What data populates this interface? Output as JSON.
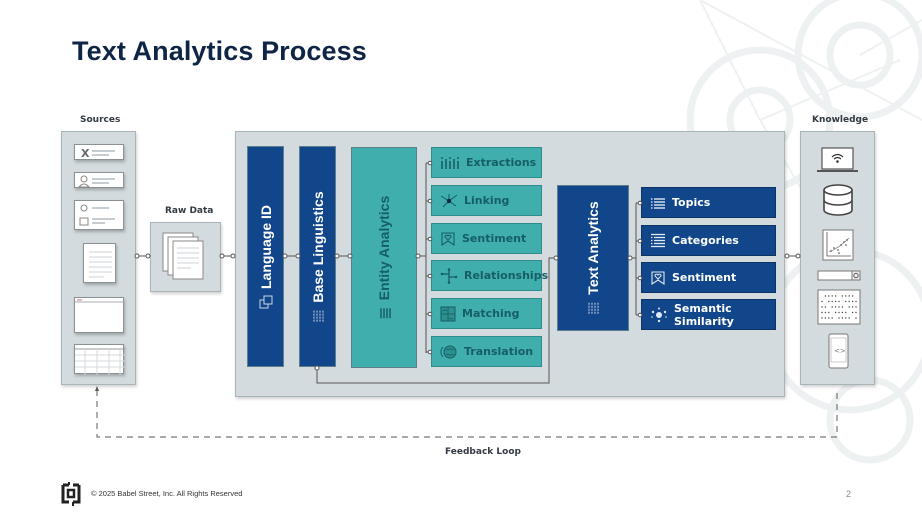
{
  "title": "Text Analytics Process",
  "colors": {
    "navy": "#12468a",
    "teal": "#41aeae",
    "teal_text": "#155e66",
    "panel": "#d3dbde",
    "title": "#0f2546"
  },
  "sources": {
    "label": "Sources",
    "items": [
      {
        "icon": "x-social-icon",
        "kind": "social-post"
      },
      {
        "icon": "user-profile-icon",
        "kind": "profile"
      },
      {
        "icon": "email-building-icon",
        "kind": "message"
      },
      {
        "icon": "document-icon",
        "kind": "document"
      },
      {
        "icon": "browser-window-icon",
        "kind": "web-page"
      },
      {
        "icon": "spreadsheet-icon",
        "kind": "spreadsheet"
      }
    ]
  },
  "raw_data": {
    "label": "Raw Data",
    "icon": "stacked-documents-icon"
  },
  "pipeline": {
    "language_id": {
      "label": "Language ID",
      "icon": "translate-icon"
    },
    "base_linguistics": {
      "label": "Base Linguistics",
      "icon": "token-list-icon"
    },
    "entity_analytics": {
      "label": "Entity Analytics",
      "icon": "entity-bars-icon",
      "outputs": [
        {
          "label": "Extractions",
          "icon": "extraction-icon"
        },
        {
          "label": "Linking",
          "icon": "network-link-icon"
        },
        {
          "label": "Sentiment",
          "icon": "heart-bookmark-icon"
        },
        {
          "label": "Relationships",
          "icon": "relationship-tree-icon"
        },
        {
          "label": "Matching",
          "icon": "matching-grid-icon"
        },
        {
          "label": "Translation",
          "icon": "globe-speech-icon"
        }
      ]
    },
    "text_analytics": {
      "label": "Text Analytics",
      "icon": "token-grid-icon",
      "outputs": [
        {
          "label": "Topics",
          "icon": "list-lines-icon"
        },
        {
          "label": "Categories",
          "icon": "category-list-icon"
        },
        {
          "label": "Sentiment",
          "icon": "heart-bookmark-icon"
        },
        {
          "label": "Semantic Similarity",
          "icon": "similarity-dots-icon"
        }
      ]
    }
  },
  "knowledge": {
    "label": "Knowledge",
    "items": [
      {
        "icon": "laptop-wifi-icon"
      },
      {
        "icon": "database-icon"
      },
      {
        "icon": "scatter-chart-icon"
      },
      {
        "icon": "search-bar-icon"
      },
      {
        "icon": "dot-matrix-icon"
      },
      {
        "icon": "mobile-code-icon"
      }
    ]
  },
  "feedback": {
    "label": "Feedback Loop"
  },
  "footer": {
    "copyright": "© 2025 Babel Street, Inc. All Rights Reserved",
    "page_number": "2",
    "logo": "babel-street-logo"
  }
}
